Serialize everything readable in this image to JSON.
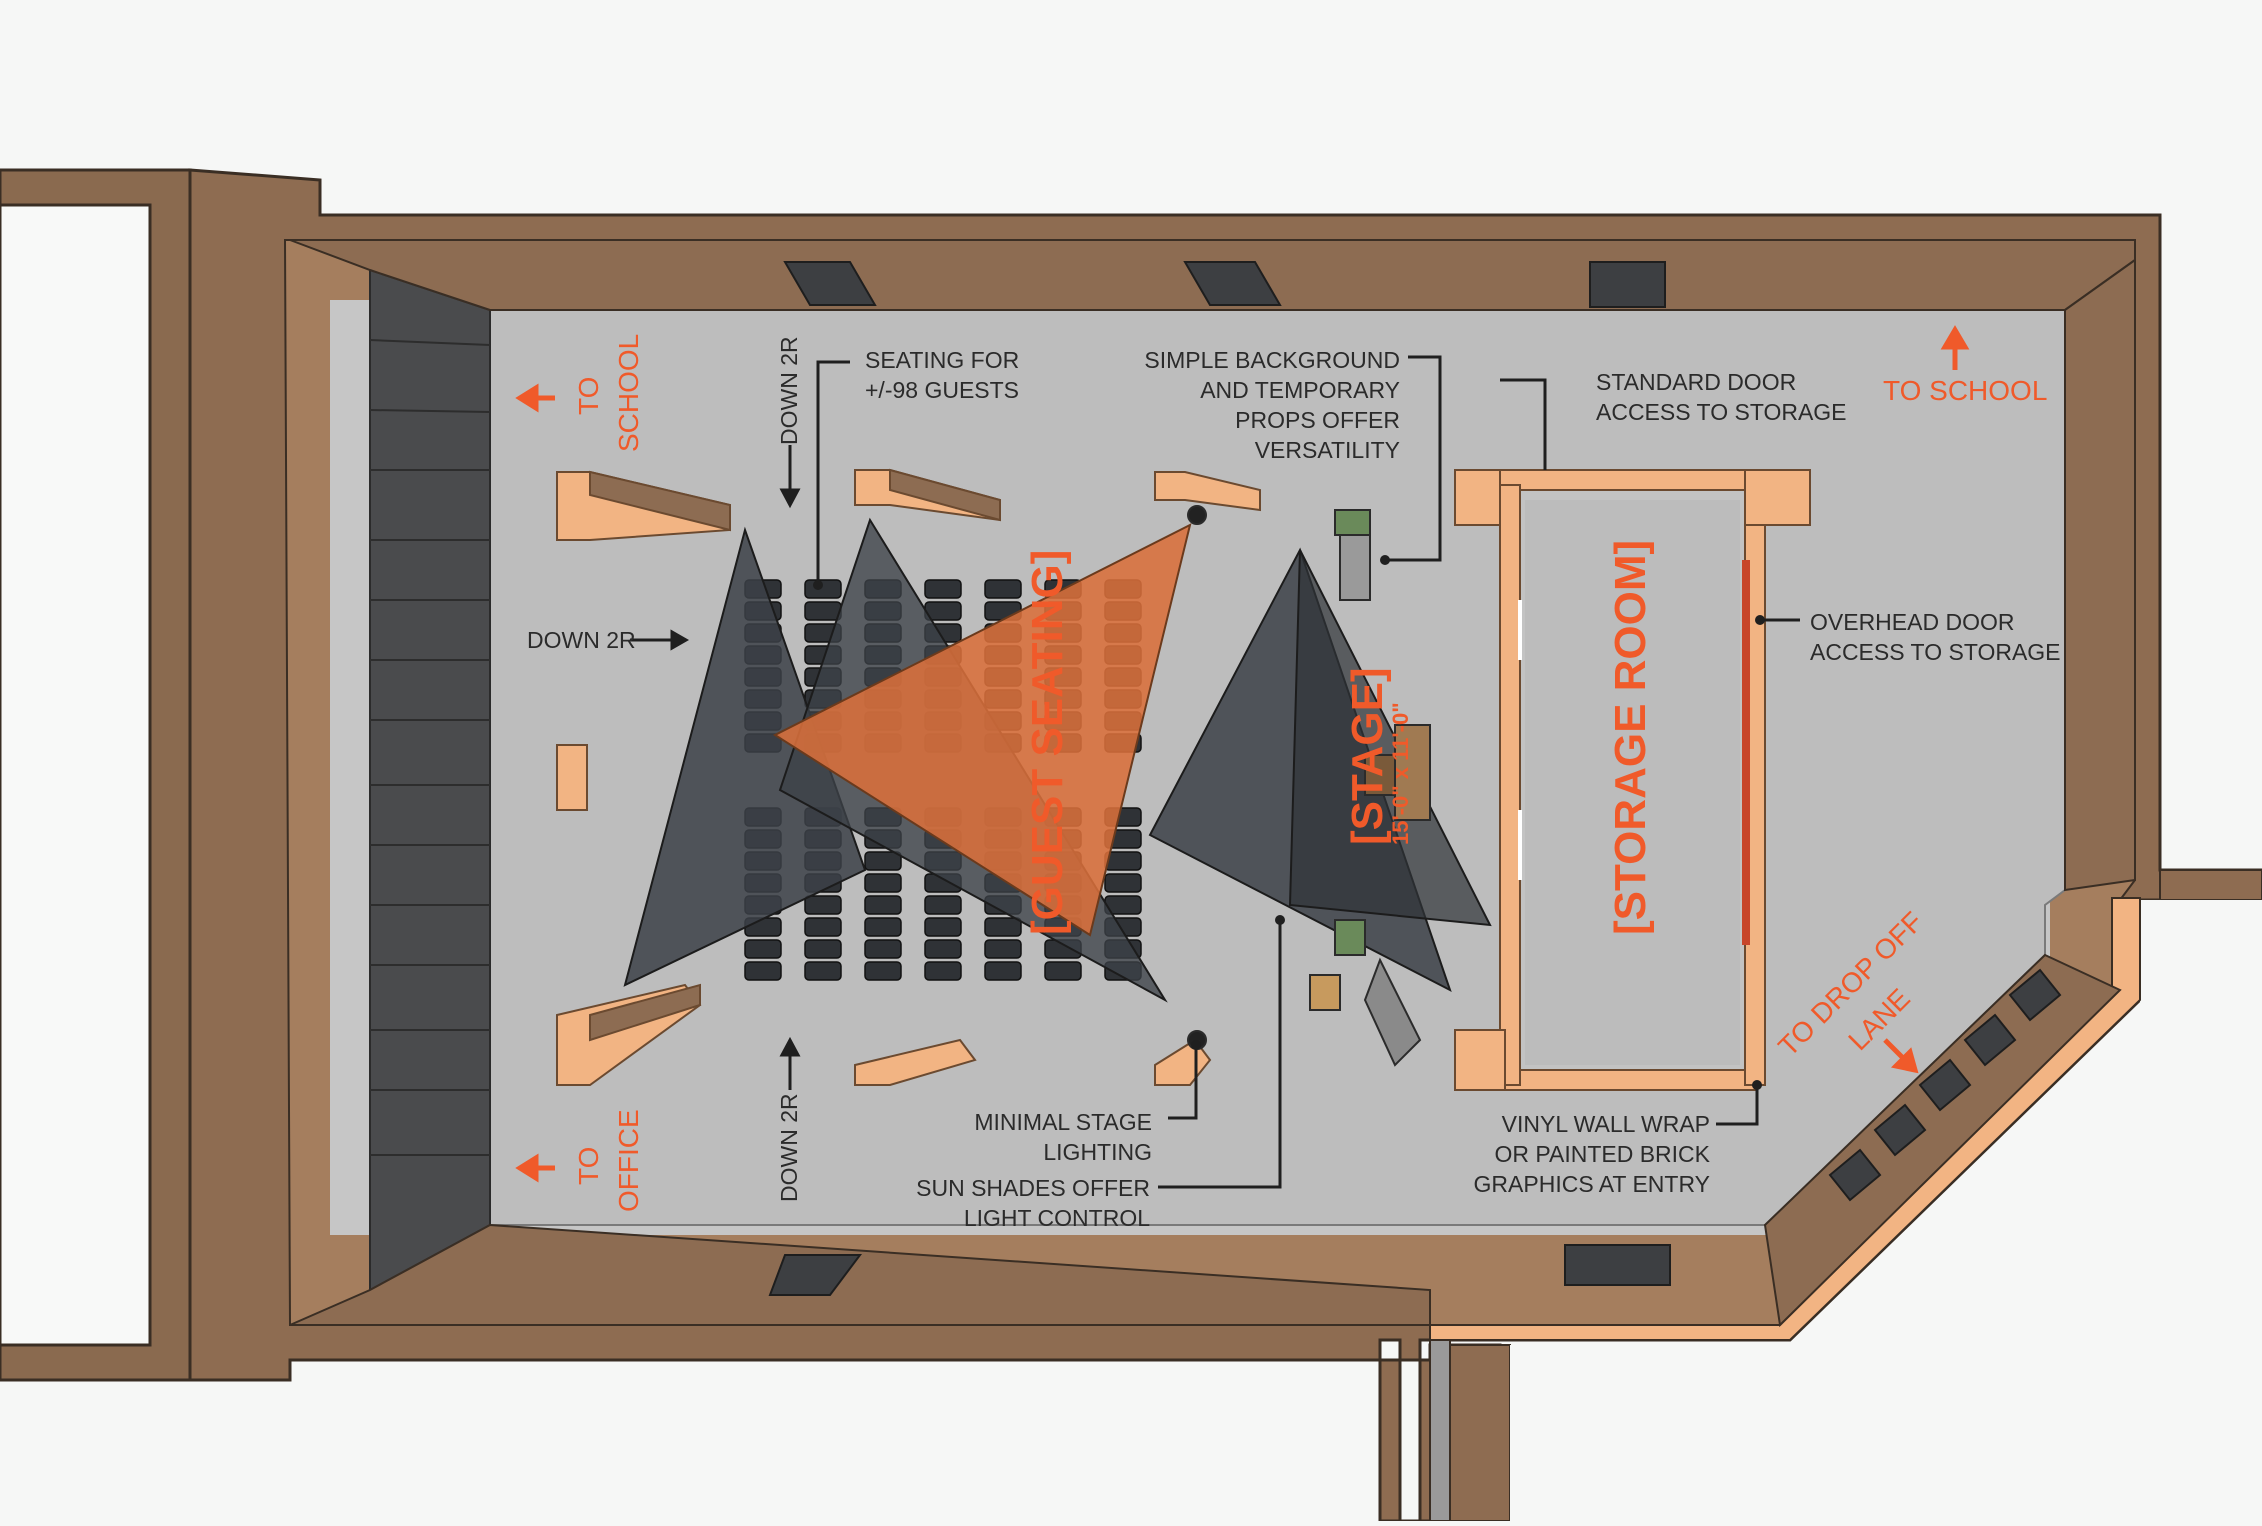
{
  "colors": {
    "background": "#f6f7f6",
    "wall": "#9b7556",
    "wall_top": "#7a5a42",
    "floor": "#c9c9c9",
    "accent": "#f05a2a",
    "planter": "#f2b483",
    "shade_dark": "#3c4148",
    "shade_orange": "#d9703b"
  },
  "labels": {
    "guest_seating": "[GUEST SEATING]",
    "stage": "[STAGE]",
    "stage_dims": "15'-0\" x 11'-0\"",
    "storage_room": "[STORAGE ROOM]"
  },
  "directions": {
    "to_school_left_1": "TO",
    "to_school_left_2": "SCHOOL",
    "to_office_1": "TO",
    "to_office_2": "OFFICE",
    "to_school_right": "TO SCHOOL",
    "to_drop_off_1": "TO DROP OFF",
    "to_drop_off_2": "LANE"
  },
  "steps": {
    "down_top": "DOWN 2R",
    "down_left": "DOWN 2R",
    "down_bottom": "DOWN 2R"
  },
  "notes": {
    "seating_1": "SEATING FOR",
    "seating_2": "+/-98 GUESTS",
    "background_1": "SIMPLE BACKGROUND",
    "background_2": "AND TEMPORARY",
    "background_3": "PROPS OFFER",
    "background_4": "VERSATILITY",
    "standard_door_1": "STANDARD DOOR",
    "standard_door_2": "ACCESS TO STORAGE",
    "overhead_door_1": "OVERHEAD DOOR",
    "overhead_door_2": "ACCESS TO STORAGE",
    "lighting_1": "MINIMAL STAGE",
    "lighting_2": "LIGHTING",
    "sun_shades_1": "SUN SHADES OFFER",
    "sun_shades_2": "LIGHT CONTROL",
    "vinyl_1": "VINYL WALL WRAP",
    "vinyl_2": "OR PAINTED BRICK",
    "vinyl_3": "GRAPHICS AT ENTRY"
  },
  "seating": {
    "columns": 7,
    "rows_per_block": 8,
    "blocks": 2
  }
}
